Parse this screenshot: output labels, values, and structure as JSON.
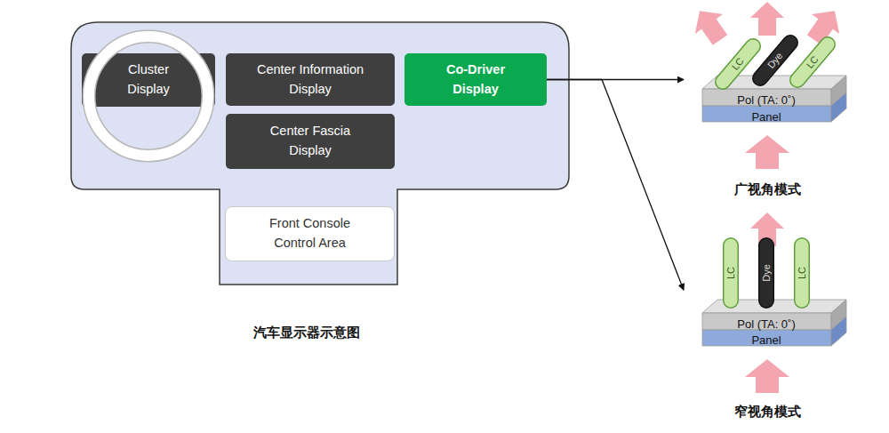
{
  "diagram": {
    "caption": "汽车显示器示意图",
    "nodes": [
      {
        "text": [
          "Cluster Display"
        ]
      },
      {
        "text": [
          "Center Information Display"
        ]
      },
      {
        "text": [
          "Co-Driver Display"
        ]
      },
      {
        "text": [
          "Center Fascia Display"
        ]
      },
      {
        "text": [
          "Front Console Control Area"
        ]
      },
      {
        "text": [
          "LC",
          "Dye",
          "LC",
          "Pol (TA: 0˚)",
          "Panel",
          "广视角模式"
        ]
      },
      {
        "text": [
          "LC",
          "Dye",
          "LC",
          "Pol (TA: 0˚)",
          "Panel",
          "窄视角模式"
        ]
      }
    ],
    "edges": [
      {
        "from": 2,
        "to": 5,
        "arrow": "to"
      },
      {
        "from": 2,
        "to": 6,
        "arrow": "to"
      }
    ]
  }
}
